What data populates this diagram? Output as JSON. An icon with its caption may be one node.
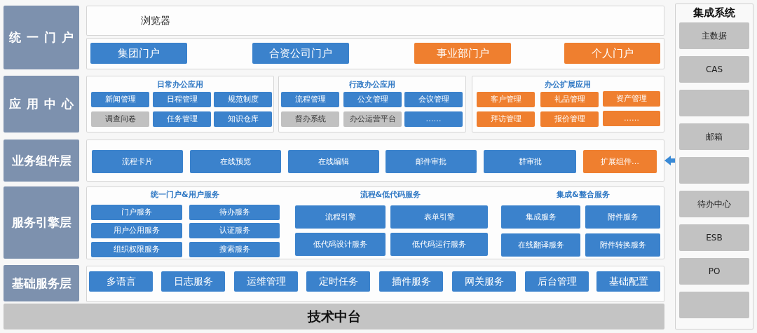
{
  "diagram": {
    "nodes": [
      {
        "text": [
          "统一门户"
        ]
      },
      {
        "text": [
          "浏览器"
        ]
      },
      {
        "text": [],
        "shape": "box"
      },
      {
        "text": [
          "集团门户"
        ],
        "in": 2
      },
      {
        "text": [
          "合资公司门户"
        ],
        "in": 2
      },
      {
        "text": [
          "事业部门户"
        ],
        "in": 2
      },
      {
        "text": [
          "个人门户"
        ],
        "in": 2
      },
      {
        "text": [
          "应用中心"
        ]
      },
      {
        "text": [
          "日常办公应用"
        ]
      },
      {
        "text": [
          "新闻管理"
        ],
        "in": 8
      },
      {
        "text": [
          "日程管理"
        ],
        "in": 8
      },
      {
        "text": [
          "规范制度"
        ],
        "in": 8
      },
      {
        "text": [
          "调查问卷"
        ],
        "in": 8
      },
      {
        "text": [
          "任务管理"
        ],
        "in": 8
      },
      {
        "text": [
          "知识仓库"
        ],
        "in": 8
      },
      {
        "text": [
          "行政办公应用"
        ]
      },
      {
        "text": [
          "流程管理"
        ],
        "in": 15
      },
      {
        "text": [
          "公文管理"
        ],
        "in": 15
      },
      {
        "text": [
          "会议管理"
        ],
        "in": 15
      },
      {
        "text": [
          "督办系统"
        ],
        "in": 15
      },
      {
        "text": [
          "办公运营平台"
        ],
        "in": 15
      },
      {
        "text": [
          "……"
        ],
        "in": 15
      },
      {
        "text": [
          "办公扩展应用"
        ]
      },
      {
        "text": [
          "客户管理"
        ],
        "in": 22
      },
      {
        "text": [
          "礼品管理"
        ],
        "in": 22
      },
      {
        "text": [
          "资产管理"
        ],
        "in": 22
      },
      {
        "text": [
          "拜访管理"
        ],
        "in": 22
      },
      {
        "text": [
          "报价管理"
        ],
        "in": 22
      },
      {
        "text": [
          "……"
        ],
        "in": 22
      },
      {
        "text": [
          "业务组件层"
        ]
      },
      {
        "text": [],
        "shape": "box"
      },
      {
        "text": [
          "流程卡片"
        ],
        "in": 30
      },
      {
        "text": [
          "在线预览"
        ],
        "in": 30
      },
      {
        "text": [
          "在线编辑"
        ],
        "in": 30
      },
      {
        "text": [
          "邮件审批"
        ],
        "in": 30
      },
      {
        "text": [
          "群审批"
        ],
        "in": 30
      },
      {
        "text": [
          "扩展组件…"
        ],
        "in": 30
      },
      {
        "text": [
          "服务引擎层"
        ]
      },
      {
        "text": [
          "统一门户&用户服务",
          "流程&低代码服务",
          "集成&整合服务"
        ]
      },
      {
        "text": [
          "门户服务"
        ],
        "in": 38
      },
      {
        "text": [
          "待办服务"
        ],
        "in": 38
      },
      {
        "text": [
          "用户公用服务"
        ],
        "in": 38
      },
      {
        "text": [
          "认证服务"
        ],
        "in": 38
      },
      {
        "text": [
          "组织权限服务"
        ],
        "in": 38
      },
      {
        "text": [
          "搜索服务"
        ],
        "in": 38
      },
      {
        "text": [
          "流程引擎"
        ],
        "in": 38
      },
      {
        "text": [
          "表单引擎"
        ],
        "in": 38
      },
      {
        "text": [
          "低代码设计服务"
        ],
        "in": 38
      },
      {
        "text": [
          "低代码运行服务"
        ],
        "in": 38
      },
      {
        "text": [
          "集成服务"
        ],
        "in": 38
      },
      {
        "text": [
          "附件服务"
        ],
        "in": 38
      },
      {
        "text": [
          "在线翻译服务"
        ],
        "in": 38
      },
      {
        "text": [
          "附件转换服务"
        ],
        "in": 38
      },
      {
        "text": [
          "基础服务层"
        ]
      },
      {
        "text": [],
        "shape": "box"
      },
      {
        "text": [
          "多语言"
        ],
        "in": 54
      },
      {
        "text": [
          "日志服务"
        ],
        "in": 54
      },
      {
        "text": [
          "运维管理"
        ],
        "in": 54
      },
      {
        "text": [
          "定时任务"
        ],
        "in": 54
      },
      {
        "text": [
          "插件服务"
        ],
        "in": 54
      },
      {
        "text": [
          "网关服务"
        ],
        "in": 54
      },
      {
        "text": [
          "后台管理"
        ],
        "in": 54
      },
      {
        "text": [
          "基础配置"
        ],
        "in": 54
      },
      {
        "text": [
          "技术中台"
        ]
      },
      {
        "text": [
          "集成系统"
        ]
      },
      {
        "text": [
          "主数据"
        ],
        "in": 64
      },
      {
        "text": [
          "CAS"
        ],
        "in": 64
      },
      {
        "text": [],
        "shape": "box",
        "in": 64
      },
      {
        "text": [
          "邮箱"
        ],
        "in": 64
      },
      {
        "text": [],
        "shape": "box",
        "in": 64
      },
      {
        "text": [
          "待办中心"
        ],
        "in": 64
      },
      {
        "text": [
          "ESB"
        ],
        "in": 64
      },
      {
        "text": [
          "PO"
        ],
        "in": 64
      },
      {
        "text": [],
        "shape": "box",
        "in": 64
      }
    ],
    "edges": [
      {
        "from": 64,
        "to": 30,
        "arrow": "to"
      }
    ]
  }
}
